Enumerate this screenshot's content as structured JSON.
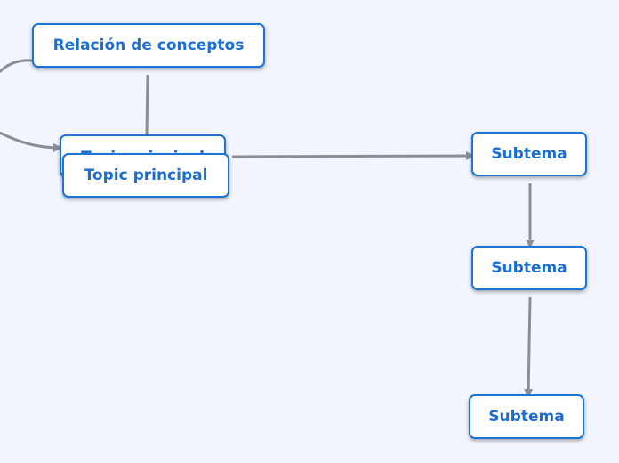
{
  "diagram": {
    "nodes": {
      "relacion": {
        "label": "Relación de conceptos"
      },
      "topic_back": {
        "label": "Topic principal"
      },
      "topic_front": {
        "label": "Topic principal"
      },
      "subtema_1": {
        "label": "Subtema"
      },
      "subtema_2": {
        "label": "Subtema"
      },
      "subtema_3": {
        "label": "Subtema"
      }
    },
    "connections": [
      {
        "from": "relacion",
        "to": "topic_back"
      },
      {
        "from": "topic_back",
        "to": "subtema_1"
      },
      {
        "from": "subtema_1",
        "to": "subtema_2"
      },
      {
        "from": "subtema_2",
        "to": "subtema_3"
      },
      {
        "from": "relacion",
        "to": "topic_back",
        "curved": true
      }
    ]
  },
  "colors": {
    "background": "#f2f5fd",
    "node_border": "#1b74d6",
    "node_text": "#1d6fcf",
    "connector": "#8a8d92"
  }
}
